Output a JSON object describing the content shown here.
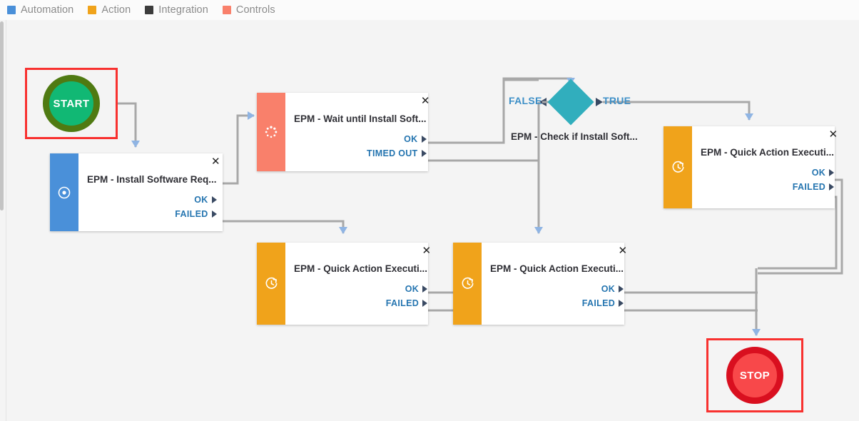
{
  "legend": {
    "items": [
      {
        "label": "Automation",
        "color": "#4a90d9",
        "icon": "square-swatch-icon"
      },
      {
        "label": "Action",
        "color": "#f0a31b",
        "icon": "square-swatch-icon"
      },
      {
        "label": "Integration",
        "color": "#3c3c3c",
        "icon": "square-swatch-icon"
      },
      {
        "label": "Controls",
        "color": "#f9806b",
        "icon": "square-swatch-icon"
      }
    ]
  },
  "colors": {
    "canvas_background": "#f4f4f4",
    "selection_border": "#f8312f",
    "connector": "#a8a8a8",
    "arrowhead": "#8fb4e3",
    "port_text": "#2575b0",
    "start_fill": "#11b874",
    "start_ring": "#4f7a12",
    "stop_fill": "#f8484a",
    "stop_ring": "#d90f1f",
    "decision_fill": "#31aebd"
  },
  "nodes": {
    "start": {
      "label": "START",
      "type": "terminator",
      "selected": true
    },
    "stop": {
      "label": "STOP",
      "type": "terminator",
      "selected": true
    },
    "install_software": {
      "title": "EPM - Install Software Req...",
      "category": "Automation",
      "bar_color": "#4a90d9",
      "icon": "target-dot-icon",
      "close_label": "✕",
      "ports": [
        "OK",
        "FAILED"
      ]
    },
    "wait_until": {
      "title": "EPM - Wait until Install Soft...",
      "category": "Controls",
      "bar_color": "#f9806b",
      "icon": "spinner-icon",
      "close_label": "✕",
      "ports": [
        "OK",
        "TIMED OUT"
      ]
    },
    "check_if": {
      "title": "EPM - Check if Install Soft...",
      "category": "Decision",
      "fill": "#31aebd",
      "icon": "diamond-decision-icon",
      "branch_false": "FALSE",
      "branch_true": "TRUE"
    },
    "quick_action_right": {
      "title": "EPM - Quick Action Executi...",
      "category": "Action",
      "bar_color": "#f0a31b",
      "icon": "clock-refresh-icon",
      "close_label": "✕",
      "ports": [
        "OK",
        "FAILED"
      ]
    },
    "quick_action_bottom_left": {
      "title": "EPM - Quick Action Executi...",
      "category": "Action",
      "bar_color": "#f0a31b",
      "icon": "clock-refresh-icon",
      "close_label": "✕",
      "ports": [
        "OK",
        "FAILED"
      ]
    },
    "quick_action_bottom_mid": {
      "title": "EPM - Quick Action Executi...",
      "category": "Action",
      "bar_color": "#f0a31b",
      "icon": "clock-refresh-icon",
      "close_label": "✕",
      "ports": [
        "OK",
        "FAILED"
      ]
    }
  }
}
